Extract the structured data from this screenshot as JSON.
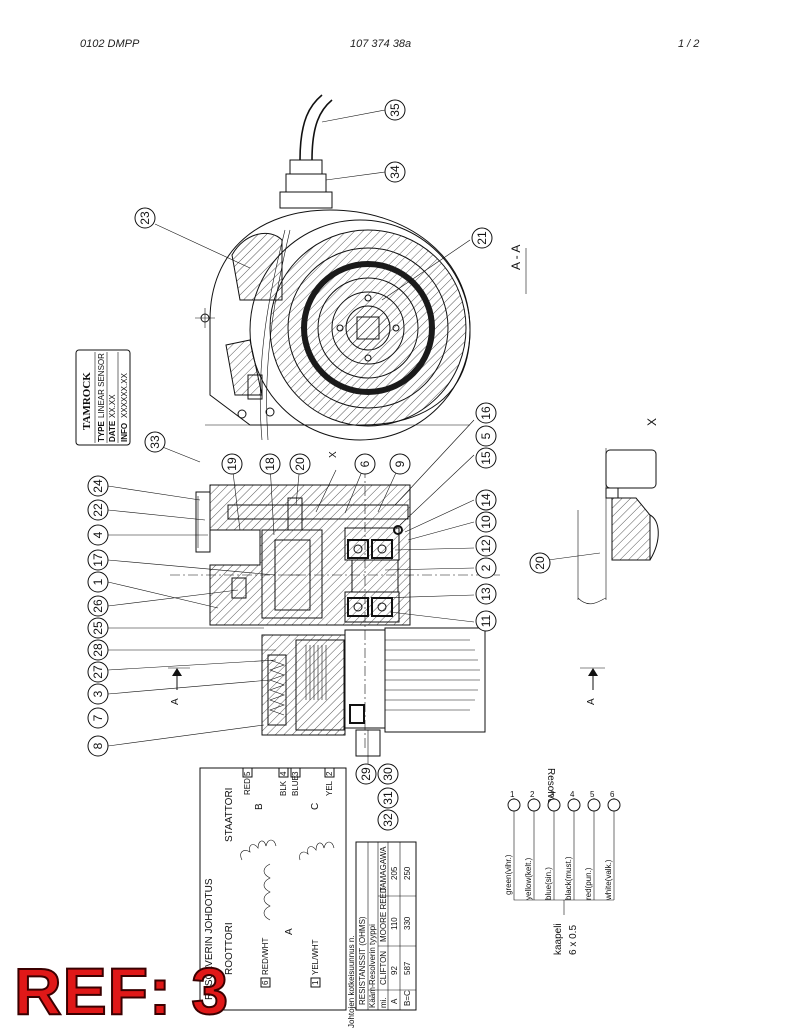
{
  "header": {
    "left": "0102 DMPP",
    "center": "107 374 38a",
    "right": "1 /  2"
  },
  "section_label": "A - A",
  "detail_label": "X",
  "section_marks": [
    "A",
    "A"
  ],
  "cut_marker": "X",
  "callouts": {
    "n35": "35",
    "n34": "34",
    "n23": "23",
    "n21": "21",
    "n33": "33",
    "n16": "16",
    "n5": "5",
    "n15": "15",
    "n9": "9",
    "n6": "6",
    "n20a": "20",
    "n18": "18",
    "n19": "19",
    "n14": "14",
    "n10": "10",
    "n12": "12",
    "n2": "2",
    "n13": "13",
    "n11": "11",
    "n24": "24",
    "n22": "22",
    "n4": "4",
    "n17": "17",
    "n1": "1",
    "n26": "26",
    "n25": "25",
    "n28": "28",
    "n27": "27",
    "n3": "3",
    "n7": "7",
    "n8": "8",
    "n29": "29",
    "n30": "30",
    "n31": "31",
    "n32": "32",
    "n20b": "20"
  },
  "nameplate": {
    "logo": "TAMROCK",
    "type_label": "TYPE",
    "type_value": "LINEAR SENSOR",
    "date_label": "DATE",
    "date_value": "XX.XX",
    "info_label": "INFO",
    "info_value": "XXXXXX.XX"
  },
  "wiring": {
    "title": "RESOLVERIN JOHDOTUS",
    "stator": "STAATTORI",
    "rotor": "ROOTTORI",
    "coil_a": "A",
    "coil_b": "B",
    "coil_c": "C",
    "red": "RED",
    "blk": "BLK",
    "blue": "BLUE",
    "yel": "YEL",
    "red_wht": "RED/WHT",
    "yel_wht": "YEL/WHT",
    "t5": "5",
    "t4": "4",
    "t3": "3",
    "t2": "2",
    "t6": "6",
    "t1": "1",
    "footer": "Johtojen kotkeisuunnus n."
  },
  "resistance_table": {
    "title": "RESISTANSSIT (OHMS)",
    "header_row1": [
      "Kääm-",
      "Resolverin tyyppi"
    ],
    "header_row2": [
      "mi.",
      "CLIFTON",
      "MOORE REED",
      "TAMAGAWA"
    ],
    "rows": [
      [
        "A",
        "92",
        "110",
        "205"
      ],
      [
        "B=C",
        "587",
        "330",
        "250"
      ]
    ]
  },
  "cable": {
    "title": "Resolver",
    "wires": [
      "green(vihr.)",
      "yellow(kelt.)",
      "blue(sin.)",
      "black(must.)",
      "red(pun.)",
      "white(valk.)"
    ],
    "pins": [
      "1",
      "2",
      "3",
      "4",
      "5",
      "6"
    ],
    "label1": "kaapeli",
    "label2": "6 x 0.5"
  },
  "ref_label": "REF: 3"
}
